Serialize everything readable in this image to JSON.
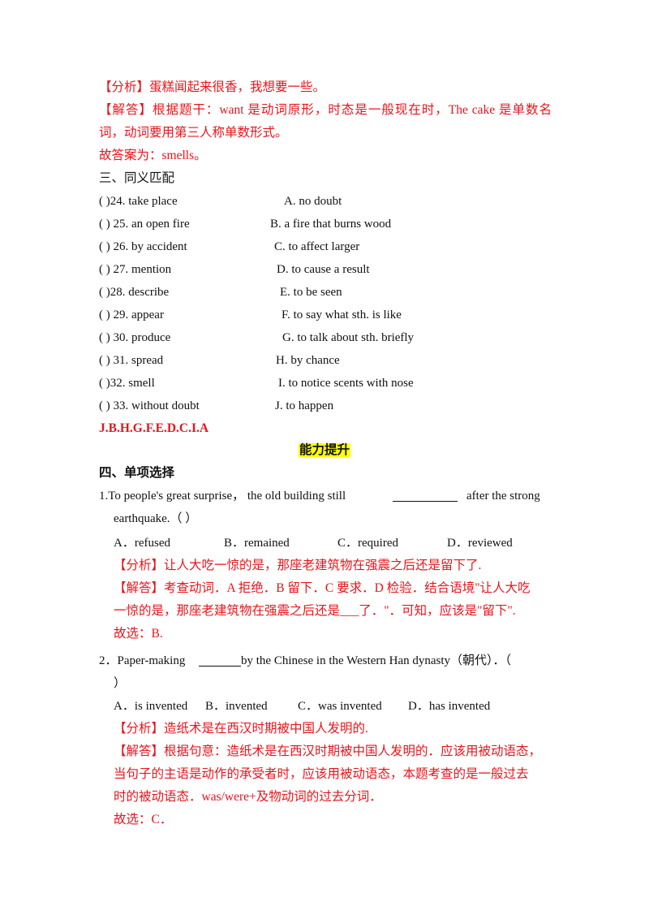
{
  "analysis_top": {
    "fenxi": "【分析】蛋糕闻起来很香，我想要一些。",
    "jieda_1": "【解答】根据题干：want 是动词原形，时态是一般现在时，The  cake 是单数名",
    "jieda_2": "词，动词要用第三人称单数形式。",
    "answer": "故答案为：smells。"
  },
  "section3": {
    "heading": "三、同义匹配",
    "items": [
      {
        "left": "(   )24. take place",
        "right": "A. no doubt"
      },
      {
        "left": "(   ) 25. an open fire",
        "right": "B. a fire that burns wood"
      },
      {
        "left": "(   ) 26. by accident",
        "right": "C. to affect larger"
      },
      {
        "left": "(   ) 27. mention",
        "right": "D. to cause a result"
      },
      {
        "left": "(   )28. describe",
        "right": "E. to be seen"
      },
      {
        "left": "(   ) 29. appear",
        "right": "F. to say what sth. is like"
      },
      {
        "left": "(   ) 30. produce",
        "right": "G. to talk about sth. briefly"
      },
      {
        "left": "(   ) 31. spread",
        "right": "H. by chance"
      },
      {
        "left": "(   )32. smell",
        "right": "I. to notice scents with nose"
      },
      {
        "left": "(   ) 33. without doubt",
        "right": "J. to happen"
      }
    ],
    "answers": "J.B.H.G.F.E.D.C.I.A"
  },
  "banner": "能力提升",
  "section4": {
    "heading": "四、单项选择",
    "q1": {
      "line1_a": "1.To  people's  great  surprise，  the  old  building  still",
      "line1_b": "after  the  strong",
      "line2": "earthquake.（        ）",
      "options": [
        "A．refused",
        "B．remained",
        "C．required",
        "D．reviewed"
      ],
      "fenxi": "【分析】让人大吃一惊的是，那座老建筑物在强震之后还是留下了.",
      "jieda_1": "【解答】考查动词．A 拒绝．B 留下．C 要求．D 检验．结合语境\"让人大吃",
      "jieda_2": "一惊的是，那座老建筑物在强震之后还是___了．\"．可知，应该是\"留下\".",
      "answer": "故选：B."
    },
    "q2": {
      "line1_a": "2．Paper-making",
      "line1_b": "by the Chinese in the Western Han dynasty（朝代）．（",
      "line2": "）",
      "options": [
        "A．is invented",
        "B．invented",
        "C．was invented",
        "D．has  invented"
      ],
      "fenxi": "【分析】造纸术是在西汉时期被中国人发明的.",
      "jieda_1": "【解答】根据句意：造纸术是在西汉时期被中国人发明的．应该用被动语态，",
      "jieda_2": "当句子的主语是动作的承受者时，应该用被动语态，本题考查的是一般过去",
      "jieda_3": "时的被动语态．was/were+及物动词的过去分词．",
      "answer": "故选：C．"
    }
  }
}
